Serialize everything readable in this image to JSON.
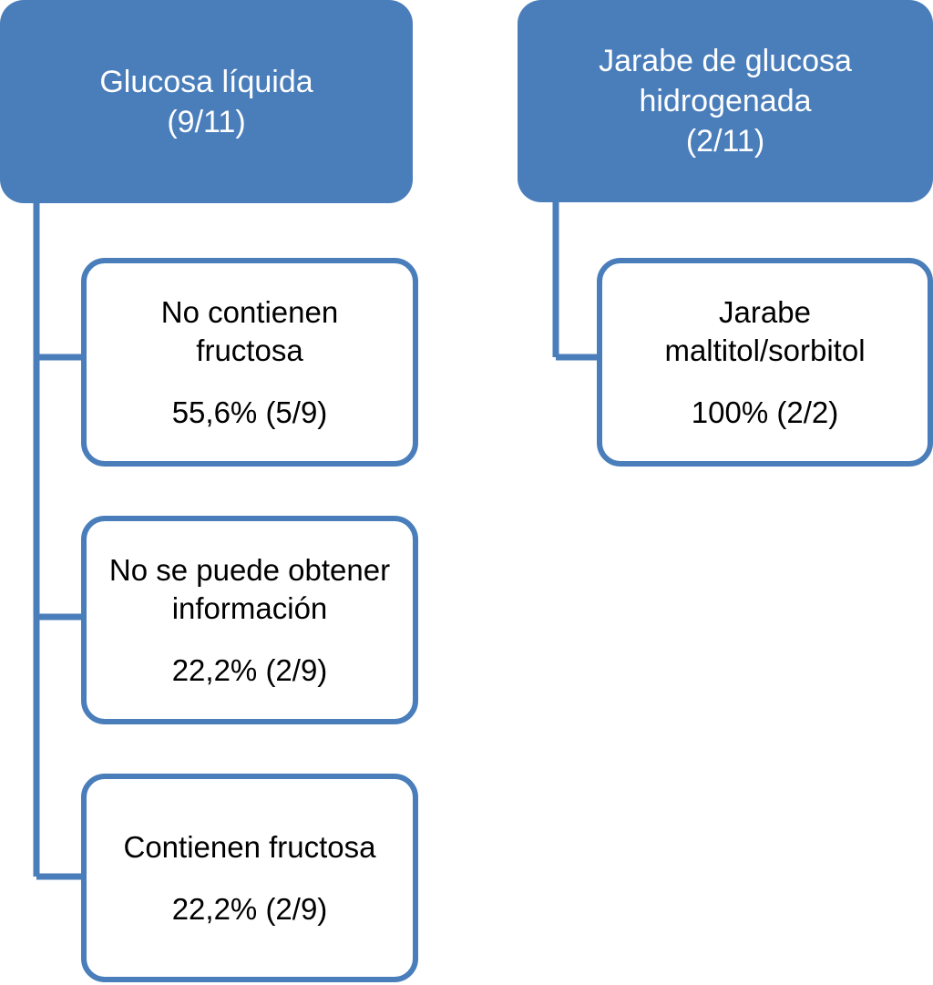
{
  "diagram": {
    "type": "flowchart-tree",
    "title_visible": false,
    "colors": {
      "node_fill": "#4A7EBB",
      "node_border": "#4A7EBB",
      "leaf_fill": "#FFFFFF",
      "root_text": "#FFFFFF",
      "leaf_text": "#000000",
      "connector": "#4A7EBB",
      "background": "#FFFFFF"
    },
    "branches": [
      {
        "id": "glucosa-liquida",
        "root": {
          "label": "Glucosa líquida",
          "count": "(9/11)"
        },
        "children": [
          {
            "id": "no-contienen-fructosa",
            "label": "No contienen\nfructosa",
            "value": "55,6% (5/9)"
          },
          {
            "id": "no-se-puede-obtener-informacion",
            "label": "No se puede obtener\ninformación",
            "value": "22,2% (2/9)"
          },
          {
            "id": "contienen-fructosa",
            "label": "Contienen fructosa",
            "value": "22,2% (2/9)"
          }
        ]
      },
      {
        "id": "jarabe-glucosa-hidrogenada",
        "root": {
          "label": "Jarabe de glucosa\nhidrogenada",
          "count": "(2/11)"
        },
        "children": [
          {
            "id": "jarabe-maltitol-sorbitol",
            "label": "Jarabe\nmaltitol/sorbitol",
            "value": "100%  (2/2)"
          }
        ]
      }
    ]
  }
}
